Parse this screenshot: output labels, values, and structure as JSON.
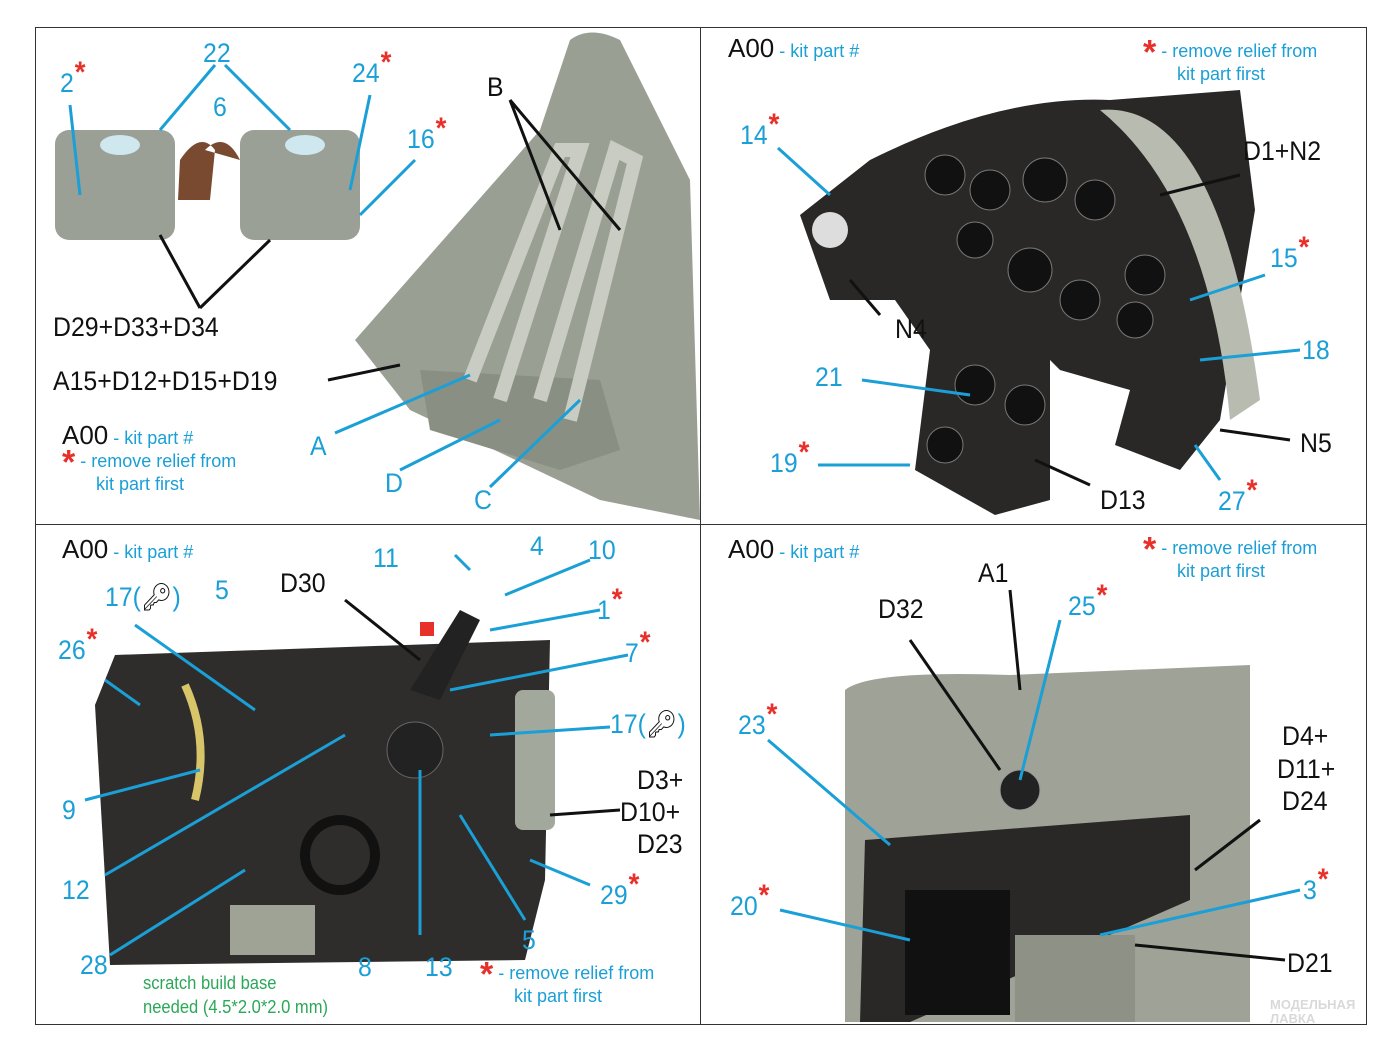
{
  "legend": {
    "code": "A00",
    "code_desc": "- kit part #",
    "star_desc_1": "- remove relief from",
    "star_desc_2": "kit part first"
  },
  "colors": {
    "part_number": "#1a9fd6",
    "kit_part": "#111111",
    "remove_relief_star": "#e8302a",
    "scratch_note": "#2aa858"
  },
  "panel1": {
    "l2": "2",
    "l22": "22",
    "l6": "6",
    "l24": "24",
    "l16": "16",
    "lB": "B",
    "lD29": "D29+D33+D34",
    "lA15": "A15+D12+D15+D19",
    "lA": "A",
    "lD": "D",
    "lC": "C"
  },
  "panel2": {
    "l14": "14",
    "lD1": "D1+N2",
    "l15": "15",
    "lN4": "N4",
    "l18": "18",
    "l21": "21",
    "lN5": "N5",
    "l19": "19",
    "lD13": "D13",
    "l27": "27"
  },
  "panel3": {
    "l17a": "17(",
    "l17b": "17(",
    "close": ")",
    "l5a": "5",
    "lD30": "D30",
    "l11": "11",
    "l4": "4",
    "l10": "10",
    "l1": "1",
    "l7": "7",
    "l26": "26",
    "lD3": "D3+",
    "lD10": "D10+",
    "lD23": "D23",
    "l9": "9",
    "l12": "12",
    "l29": "29",
    "l5b": "5",
    "l28": "28",
    "l8": "8",
    "l13": "13",
    "scratch_1": "scratch build base",
    "scratch_2": "needed (4.5*2.0*2.0 mm)"
  },
  "panel4": {
    "lA1": "A1",
    "lD32": "D32",
    "l25": "25",
    "l23": "23",
    "lD4": "D4+",
    "lD11": "D11+",
    "lD24": "D24",
    "l20": "20",
    "l3": "3",
    "lD21": "D21"
  },
  "watermark": {
    "line1": "МОДЕЛЬНАЯ",
    "line2": "ЛАВКА"
  }
}
